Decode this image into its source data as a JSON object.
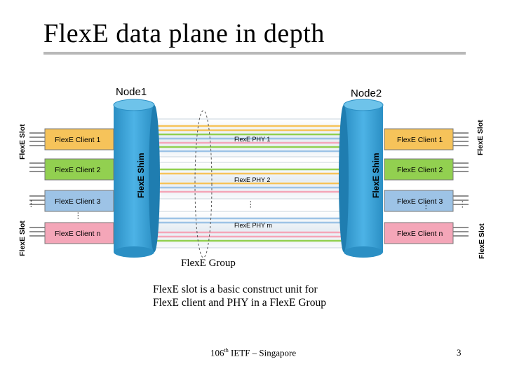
{
  "slide": {
    "title": "FlexE data plane in depth",
    "caption_line1": "FlexE slot is a basic construct unit for",
    "caption_line2": "FlexE client and PHY in a FlexE Group",
    "footer_num": "106",
    "footer_sup": "th",
    "footer_rest": " IETF – Singapore",
    "page_number": "3"
  },
  "diagram": {
    "node1_label": "Node1",
    "node2_label": "Node2",
    "shim_label": "FlexE Shim",
    "slot_label": "FlexE Slot",
    "group_label": "FlexE Group",
    "ellipsis": "…",
    "clients_left": [
      {
        "label": "FlexE Client 1",
        "color": "#f6c35a"
      },
      {
        "label": "FlexE Client 2",
        "color": "#92d050"
      },
      {
        "label": "FlexE Client 3",
        "color": "#9dc3e6"
      },
      {
        "label": "FlexE Client n",
        "color": "#f4a6b8"
      }
    ],
    "clients_right": [
      {
        "label": "FlexE Client 1",
        "color": "#f6c35a"
      },
      {
        "label": "FlexE Client 2",
        "color": "#92d050"
      },
      {
        "label": "FlexE Client 3",
        "color": "#9dc3e6"
      },
      {
        "label": "FlexE Client n",
        "color": "#f4a6b8"
      }
    ],
    "phys": [
      {
        "label": "FlexE PHY 1"
      },
      {
        "label": "FlexE PHY 2"
      },
      {
        "label": "FlexE PHY m"
      }
    ],
    "colors": {
      "shim": "#3aa6d8",
      "shim_top": "#6ec3ea",
      "phy_band": "#eef3f7"
    }
  }
}
